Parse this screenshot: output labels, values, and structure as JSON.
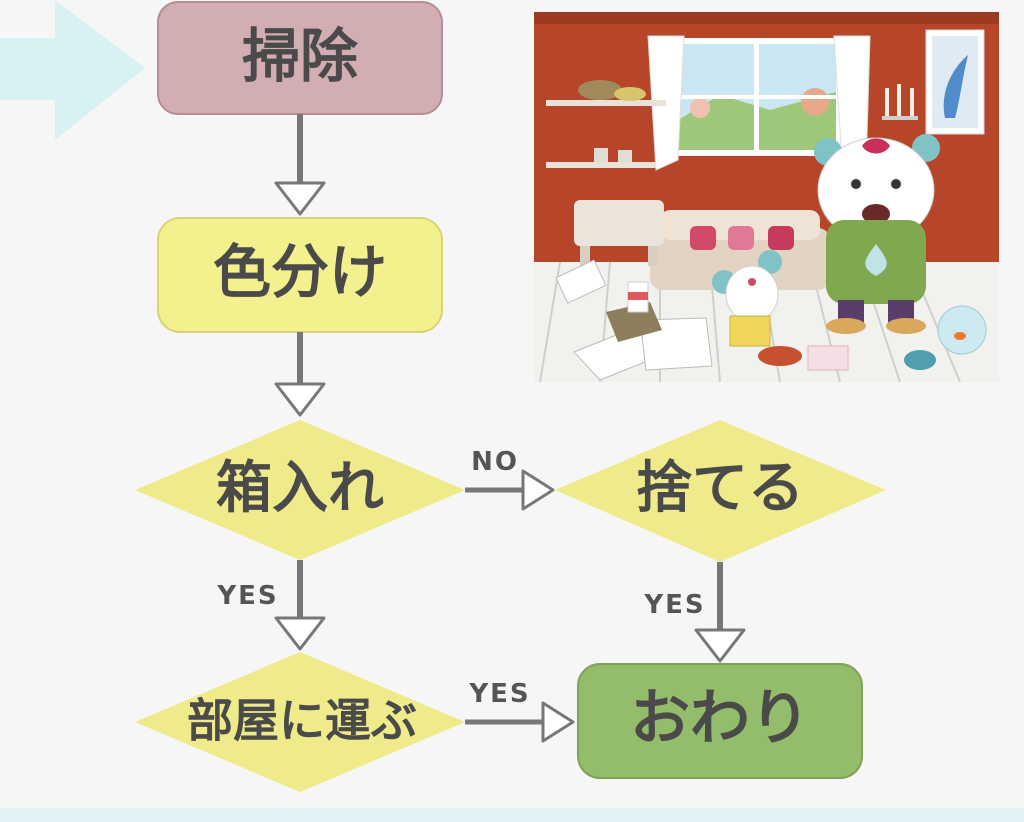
{
  "colors": {
    "background": "#f6f6f6",
    "pointer_arrow": "#d8f1f2",
    "node_cleaning": "#d2adb1",
    "node_process": "#f3f08e",
    "node_decision": "#efeb8a",
    "node_end": "#93bd6a",
    "connector": "#777777",
    "wall": "#b7452a",
    "floor": "#f1f1ee"
  },
  "nodes": {
    "cleaning": {
      "label": "掃除",
      "shape": "rounded-rect"
    },
    "sort_colors": {
      "label": "色分け",
      "shape": "rounded-rect"
    },
    "box": {
      "label": "箱入れ",
      "shape": "diamond"
    },
    "throw_away": {
      "label": "捨てる",
      "shape": "diamond"
    },
    "carry_to_room": {
      "label": "部屋に運ぶ",
      "shape": "diamond"
    },
    "finish": {
      "label": "おわり",
      "shape": "rounded-rect"
    }
  },
  "edges": {
    "box_to_throw": {
      "label": "NO"
    },
    "box_to_carry": {
      "label": "YES"
    },
    "throw_to_finish": {
      "label": "YES"
    },
    "carry_to_finish": {
      "label": "YES"
    }
  },
  "illustration": {
    "subject": "messy-room-cartoon",
    "picture_frame_icon": "dolphin-picture-icon"
  }
}
